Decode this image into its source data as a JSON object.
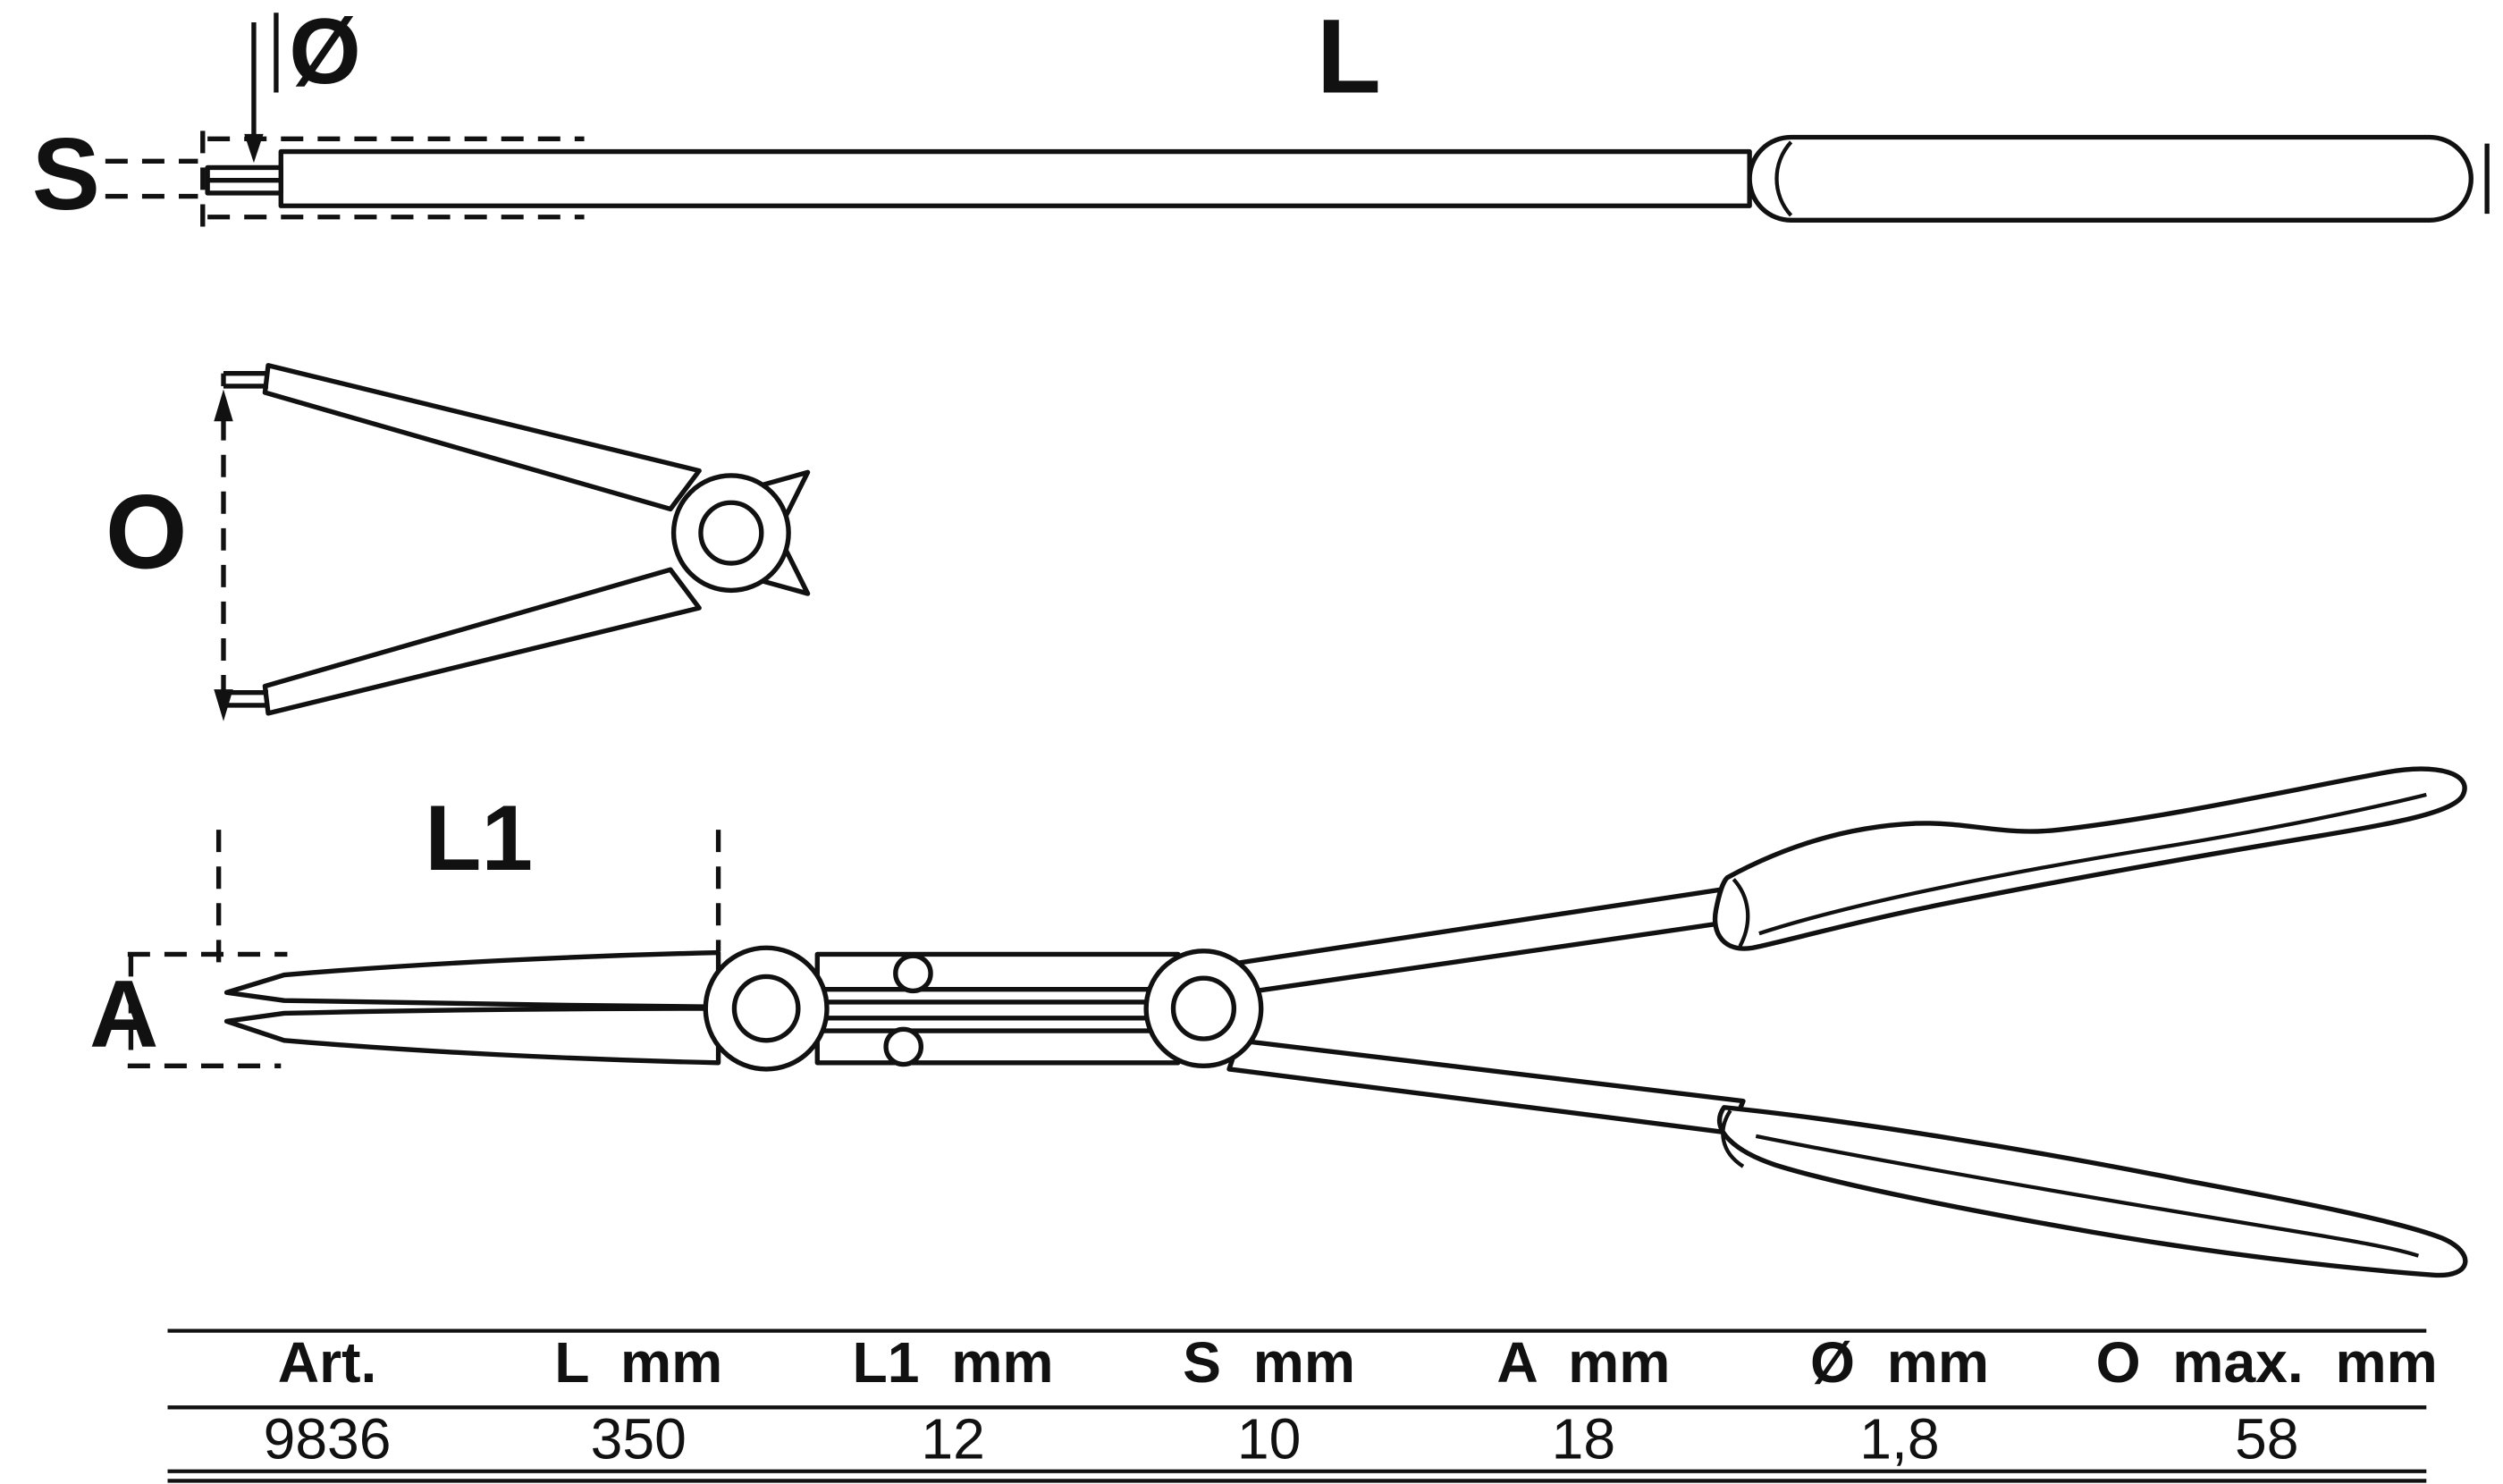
{
  "labels": {
    "diameter": "Ø",
    "length": "L",
    "tip_thickness": "S",
    "opening": "O",
    "jaw_length": "L1",
    "tip_width": "A"
  },
  "table": {
    "columns": [
      {
        "header": "Art.",
        "value": "9836"
      },
      {
        "header": "L  mm",
        "value": "350"
      },
      {
        "header": "L1  mm",
        "value": "12"
      },
      {
        "header": "S  mm",
        "value": "10"
      },
      {
        "header": "A  mm",
        "value": "18"
      },
      {
        "header": "Ø  mm",
        "value": "1,8"
      },
      {
        "header": "O  max.  mm",
        "value": "58"
      }
    ]
  },
  "colors": {
    "line": "#111111",
    "background": "#ffffff"
  }
}
